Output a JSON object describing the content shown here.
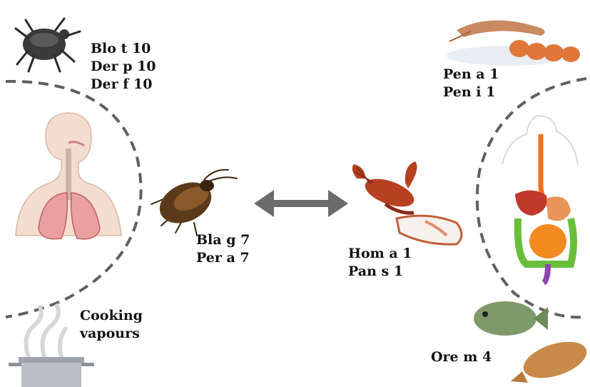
{
  "colors": {
    "dashed_arc": "#606060",
    "arrow": "#6b6b6b",
    "text": "#111111",
    "skin": "#f4dccf",
    "lung": "#e8a0a0",
    "esophagus": "#f07020",
    "liver": "#c0392b",
    "intestine_small": "#f28a1f",
    "intestine_large": "#6abf3a",
    "rectum": "#8e44ad",
    "shrimp": "#e0763a",
    "lobster": "#b6401f",
    "fish": "#7f9a6a",
    "cockroach": "#5a3a1a",
    "mite": "#3a3a3a",
    "pot": "#b9bfc4"
  },
  "icons": [
    "dust-mite-icon",
    "human-respiratory-system-icon",
    "cockroach-icon",
    "double-arrow-icon",
    "lobster-icon",
    "shrimp-icon",
    "human-digestive-system-icon",
    "tilapia-fish-icon",
    "cooking-pot-icon"
  ],
  "labels": {
    "mite": [
      "Blo t 10",
      "Der p 10",
      "Der f  10"
    ],
    "cockroach": [
      "Bla g 7",
      "Per a 7"
    ],
    "shrimp": [
      "Pen a 1",
      "Pen i 1"
    ],
    "lobster": [
      "Hom a 1",
      "Pan s 1"
    ],
    "fish": [
      "Ore m 4"
    ],
    "cooking": [
      "Cooking",
      "vapours"
    ]
  }
}
